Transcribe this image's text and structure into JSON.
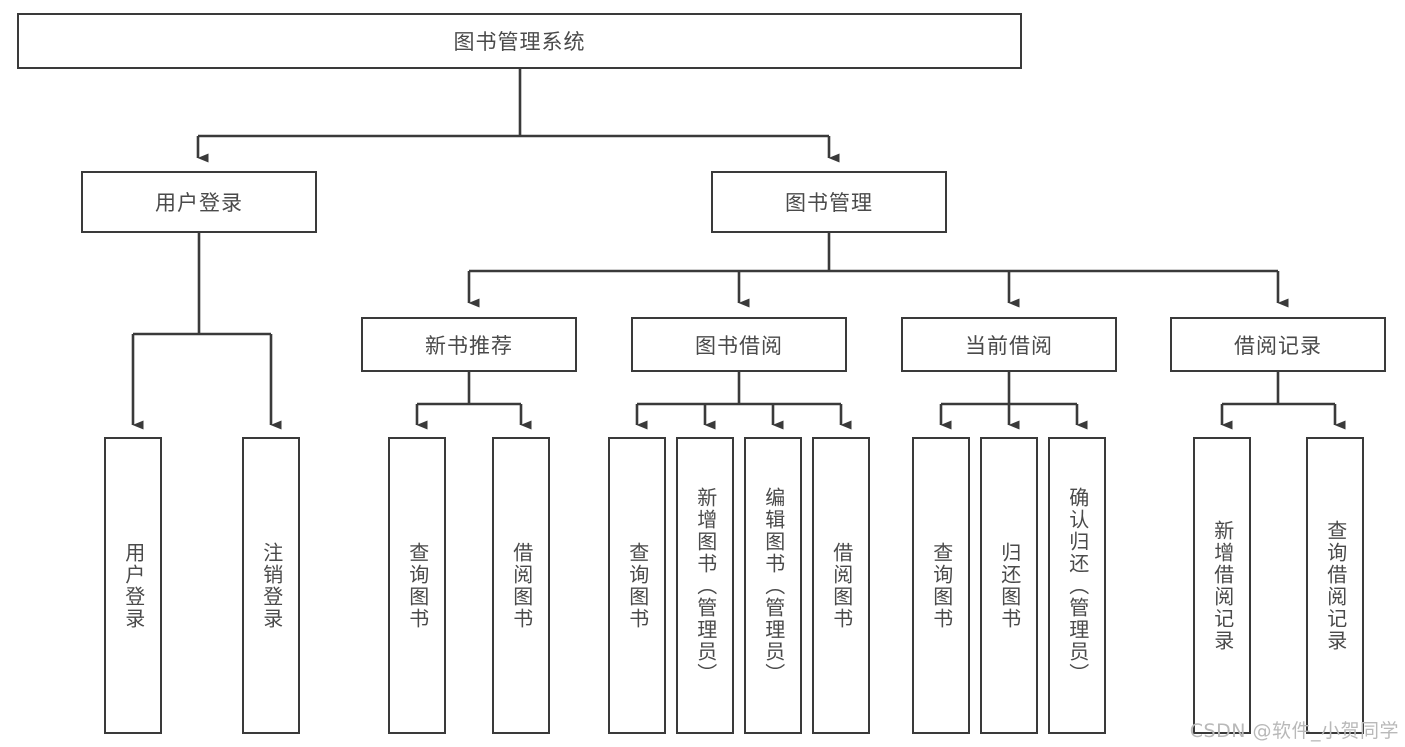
{
  "diagram": {
    "title": "图书管理系统",
    "type": "tree-hierarchy",
    "orientation": "top-down",
    "colors": {
      "box_border": "#3a3a3a",
      "box_fill": "#ffffff",
      "text": "#4a4a4a",
      "connector": "#3a3a3a",
      "watermark": "#b9b9b9",
      "background": "#ffffff"
    }
  },
  "root": {
    "label": "图书管理系统"
  },
  "level2": [
    {
      "label": "用户登录"
    },
    {
      "label": "图书管理"
    }
  ],
  "level3": [
    {
      "label": "新书推荐"
    },
    {
      "label": "图书借阅"
    },
    {
      "label": "当前借阅"
    },
    {
      "label": "借阅记录"
    }
  ],
  "leaves": {
    "user_login": [
      {
        "label": "用户登录"
      },
      {
        "label": "注销登录"
      }
    ],
    "new_book_recommend": [
      {
        "label": "查询图书"
      },
      {
        "label": "借阅图书"
      }
    ],
    "book_borrow": [
      {
        "label": "查询图书"
      },
      {
        "label": "新增图书（管理员）"
      },
      {
        "label": "编辑图书（管理员）"
      },
      {
        "label": "借阅图书"
      }
    ],
    "current_borrow": [
      {
        "label": "查询图书"
      },
      {
        "label": "归还图书"
      },
      {
        "label": "确认归还（管理员）"
      }
    ],
    "borrow_record": [
      {
        "label": "新增借阅记录"
      },
      {
        "label": "查询借阅记录"
      }
    ]
  },
  "watermark": {
    "text": "CSDN @软件_小贺同学"
  }
}
